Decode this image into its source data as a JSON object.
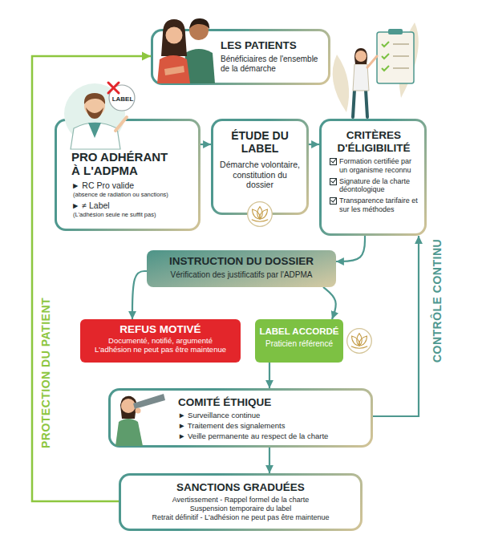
{
  "diagram": {
    "nodes": [
      {
        "text": [
          "LES PATIENTS",
          "Bénéficiaires de l'ensemble de la démarche"
        ]
      },
      {
        "text": [
          "PRO ADHÉRANT À L'ADPMA",
          "► RC Pro valide",
          "(absence de radiation ou sanctions)",
          "► ≠ Label",
          "(L'adhésion seule ne suffit pas)"
        ]
      },
      {
        "text": [
          "ÉTUDE DU LABEL",
          "Démarche volontaire, constitution du dossier"
        ]
      },
      {
        "text": [
          "CRITÈRES D'ÉLIGIBILITÉ",
          "Formation certifiée par un organisme reconnu",
          "Signature de la charte déontologique",
          "Transparence tarifaire et sur les méthodes"
        ]
      },
      {
        "text": [
          "INSTRUCTION DU DOSSIER",
          "Vérification des justificatifs par l'ADPMA"
        ]
      },
      {
        "text": [
          "REFUS MOTIVÉ",
          "Documenté, notifié, argumenté",
          "L'adhésion ne peut pas être maintenue"
        ]
      },
      {
        "text": [
          "LABEL ACCORDÉ",
          "Praticien référencé"
        ]
      },
      {
        "text": [
          "COMITÉ ÉTHIQUE",
          "► Surveillance continue",
          "► Traitement des signalements",
          "► Veille permanente au respect de la charte"
        ]
      },
      {
        "text": [
          "SANCTIONS GRADUÉES",
          "Avertissement - Rappel formel de la charte",
          "Suspension temporaire du label",
          "Retrait définitif - L'adhésion ne peut pas être maintenue"
        ]
      }
    ],
    "edges": [
      {
        "from": 1,
        "to": 2,
        "arrow": "to"
      },
      {
        "from": 2,
        "to": 3,
        "arrow": "to"
      },
      {
        "from": 3,
        "to": 4,
        "arrow": "to"
      },
      {
        "from": 4,
        "to": 5,
        "arrow": "to"
      },
      {
        "from": 4,
        "to": 6,
        "arrow": "to"
      },
      {
        "from": 6,
        "to": 7,
        "arrow": "to"
      },
      {
        "from": 7,
        "to": 8,
        "arrow": "to"
      },
      {
        "from": 7,
        "to": 3,
        "label": "CONTRÔLE CONTINU",
        "arrow": "to"
      },
      {
        "from": 8,
        "to": 0,
        "label": "PROTECTION DU PATIENT",
        "arrow": "to"
      }
    ],
    "labels": [
      "LABEL"
    ]
  }
}
